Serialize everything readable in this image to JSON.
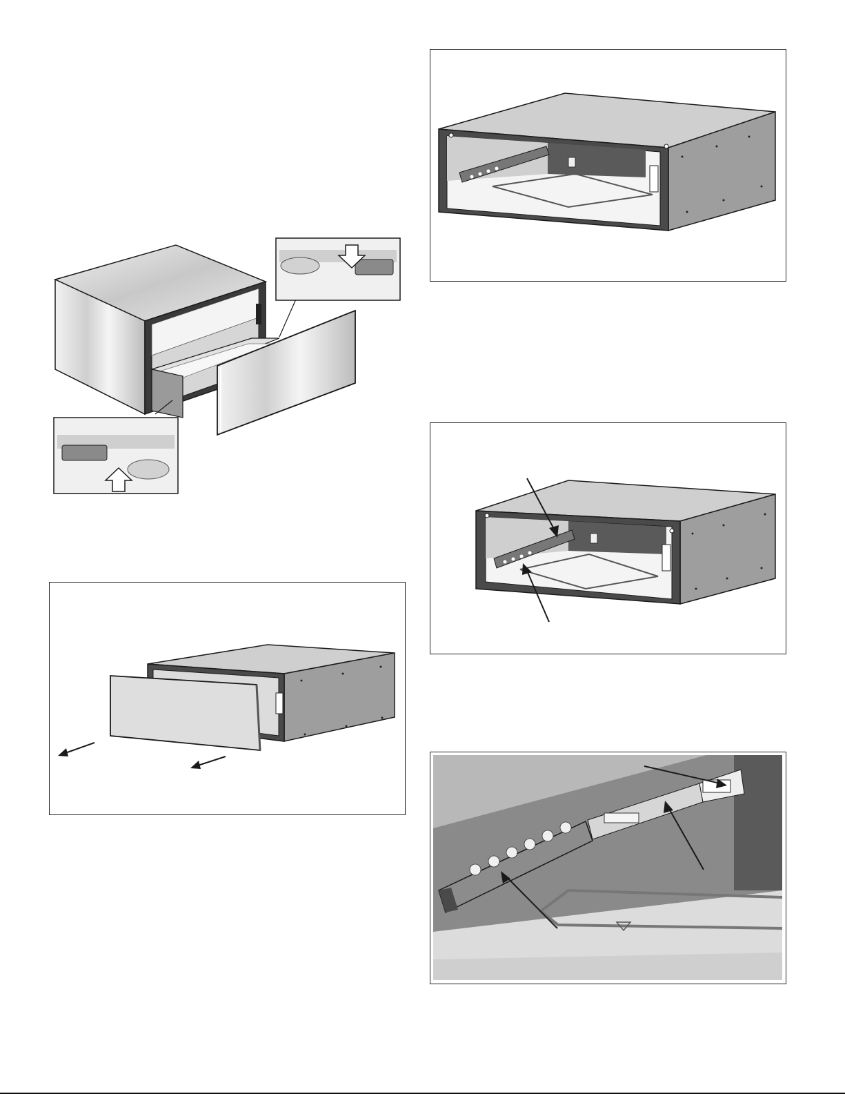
{
  "figures": [
    {
      "id": "fig-drawer-release",
      "caption": ""
    },
    {
      "id": "fig-remove-drawer",
      "caption": ""
    },
    {
      "id": "fig-empty-cabinet",
      "caption": ""
    },
    {
      "id": "fig-rail-callouts",
      "caption": ""
    },
    {
      "id": "fig-rail-detail",
      "caption": ""
    }
  ],
  "colors": {
    "line": "#1a1a1a",
    "steel_light": "#e6e6e6",
    "steel_mid": "#bdbdbd",
    "steel_dark": "#6f6f6f",
    "cavity": "#d9d9d9"
  },
  "icons": [
    "arrow-down-icon",
    "arrow-up-icon",
    "pull-direction-arrow-icon",
    "callout-leader-icon"
  ]
}
